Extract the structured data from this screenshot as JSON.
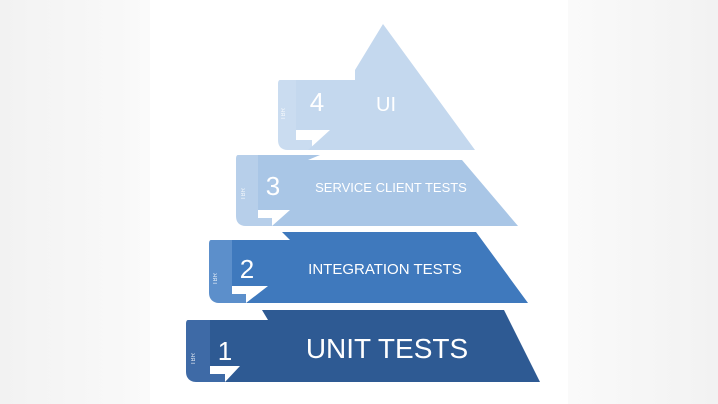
{
  "colors": {
    "tier1": "#2e5a93",
    "tier2": "#3f79bd",
    "tier3": "#a9c6e6",
    "tier4": "#c4d8ee",
    "scroll1": "#3e6aa6",
    "scroll2": "#5c8fcb",
    "scroll3": "#b7cfea",
    "scroll4": "#cadcf0"
  },
  "pyramid": {
    "tiers": [
      {
        "number": "1",
        "label": "UNIT TESTS",
        "tag": "TBR"
      },
      {
        "number": "2",
        "label": "INTEGRATION TESTS",
        "tag": "TBR"
      },
      {
        "number": "3",
        "label": "SERVICE CLIENT TESTS",
        "tag": "TBR"
      },
      {
        "number": "4",
        "label": "UI",
        "tag": "TBR"
      }
    ]
  }
}
